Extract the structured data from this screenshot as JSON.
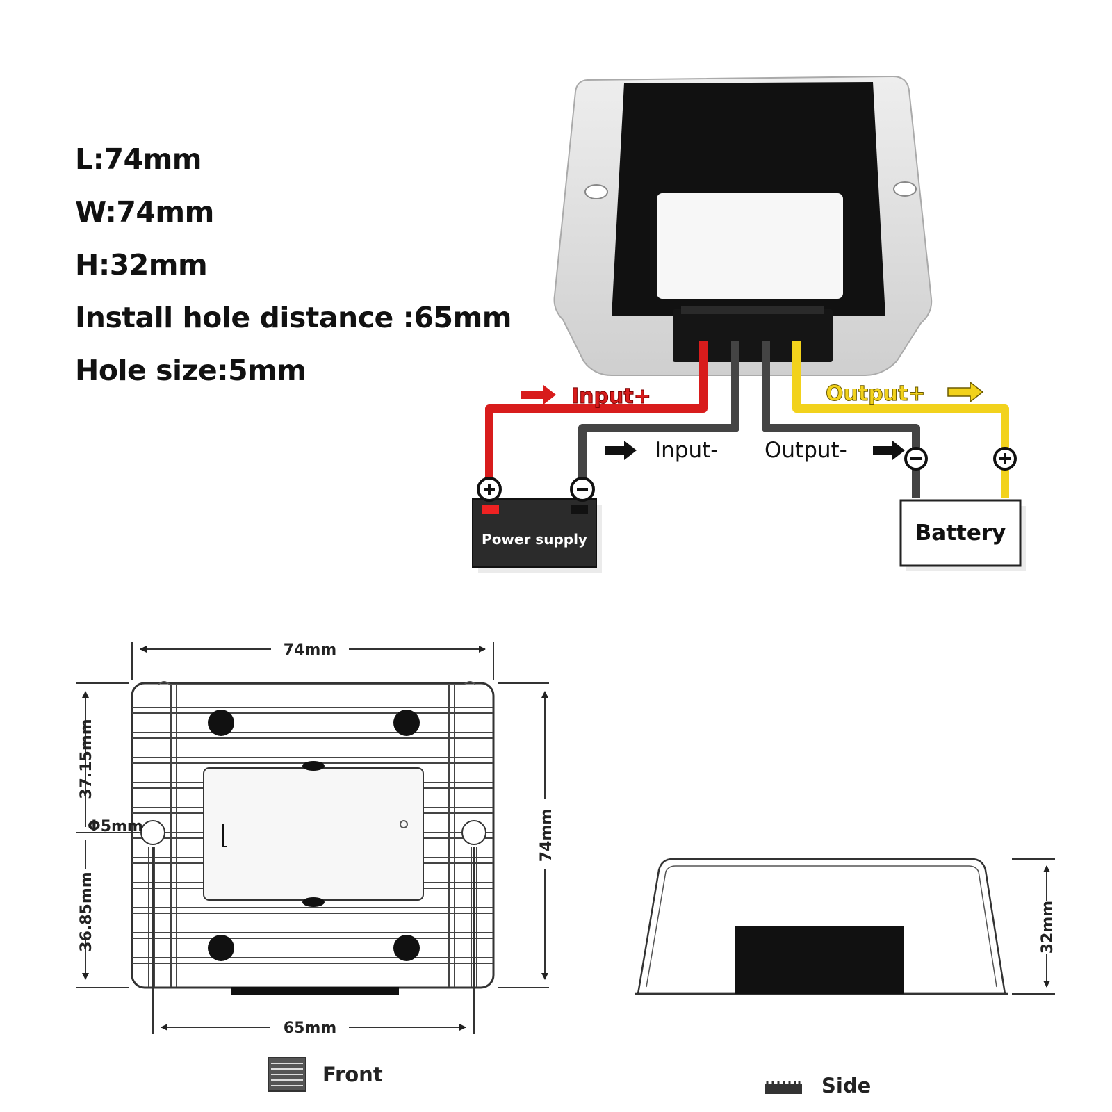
{
  "specs": {
    "length": "L:74mm",
    "width": "W:74mm",
    "height": "H:32mm",
    "hole_distance": "Install hole distance :65mm",
    "hole_size": "Hole size:5mm"
  },
  "wiring": {
    "input_plus": "Input+",
    "output_plus": "Output+",
    "input_minus": "Input-",
    "output_minus": "Output-",
    "power_supply": "Power supply",
    "battery": "Battery"
  },
  "dimensions": {
    "front_width": "74mm",
    "front_height": "74mm",
    "hole_spacing": "65mm",
    "upper_offset": "37.15mm",
    "lower_offset": "36.85mm",
    "hole_diameter": "Φ5mm",
    "side_height": "32mm"
  },
  "views": {
    "front": "Front",
    "side": "Side"
  },
  "colors": {
    "positive_input_wire": "#d81c1c",
    "positive_output_wire": "#f2d21c",
    "negative_wire": "#444444",
    "housing": "#d9d9d9",
    "potting": "#111111"
  }
}
